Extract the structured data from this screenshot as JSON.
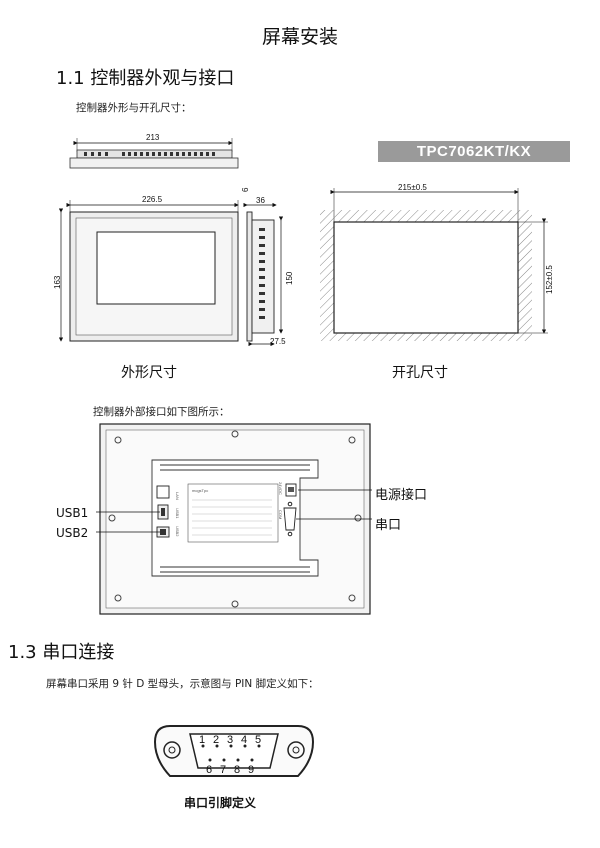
{
  "doc": {
    "title": "屏幕安装",
    "section_1_1": "1.1  控制器外观与接口",
    "dim_intro": "控制器外形与开孔尺寸：",
    "model": "TPC7062KT/KX",
    "caption_outline": "外形尺寸",
    "caption_cutout": "开孔尺寸",
    "iface_intro": "控制器外部接口如下图所示：",
    "section_1_3": "1.3  串口连接",
    "serial_intro": "屏幕串口采用 9 针 D 型母头，示意图与 PIN 脚定义如下：",
    "serial_caption": "串口引脚定义"
  },
  "dims": {
    "top_width": "213",
    "front_width": "226.5",
    "front_height": "163",
    "side_depth": "36",
    "side_small": "6",
    "side_height": "150",
    "side_bottom": "27.5",
    "cut_width": "215±0.5",
    "cut_height": "152±0.5"
  },
  "interfaces": {
    "usb1": "USB1",
    "usb2": "USB2",
    "power": "电源接口",
    "serial": "串口",
    "port_lan": "LAN",
    "port_usb1": "USB1",
    "port_usb2": "USB2",
    "port_power": "24VDC",
    "port_com": "COM",
    "brand": "mcgsTpc"
  },
  "pins": {
    "top_row": [
      "1",
      "2",
      "3",
      "4",
      "5"
    ],
    "bottom_row": [
      "6",
      "7",
      "8",
      "9"
    ]
  }
}
